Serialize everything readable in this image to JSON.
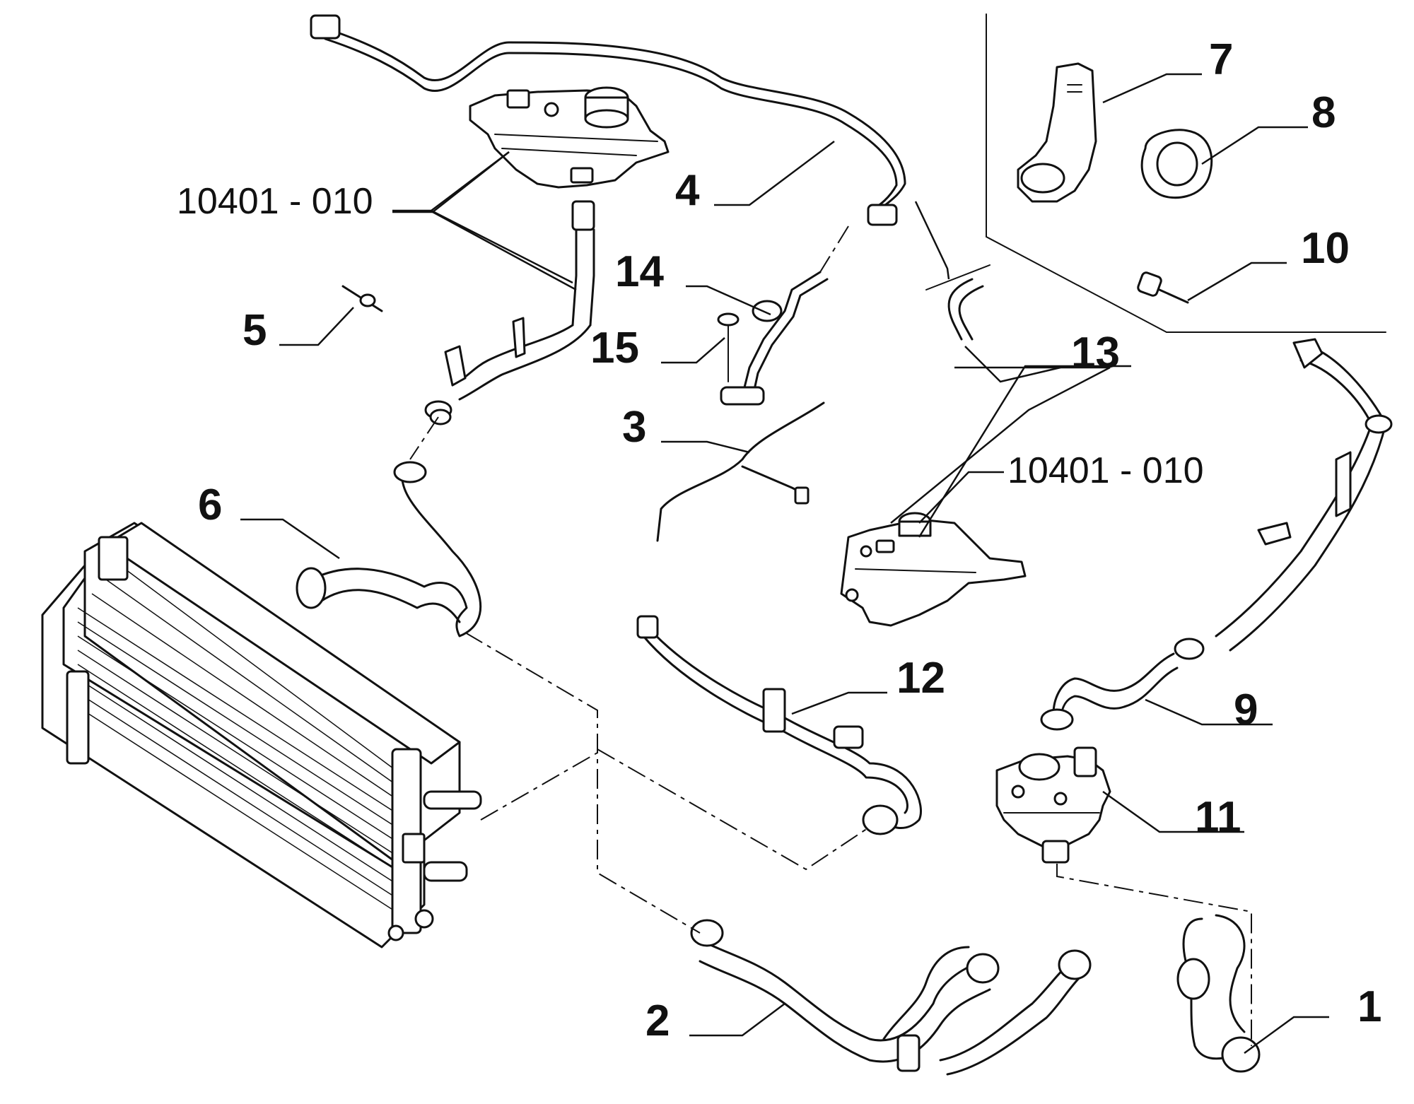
{
  "diagram": {
    "callouts": [
      {
        "id": "c1",
        "label": "1"
      },
      {
        "id": "c2",
        "label": "2"
      },
      {
        "id": "c3",
        "label": "3"
      },
      {
        "id": "c4",
        "label": "4"
      },
      {
        "id": "c5",
        "label": "5"
      },
      {
        "id": "c6",
        "label": "6"
      },
      {
        "id": "c7",
        "label": "7"
      },
      {
        "id": "c8",
        "label": "8"
      },
      {
        "id": "c9",
        "label": "9"
      },
      {
        "id": "c10",
        "label": "10"
      },
      {
        "id": "c11",
        "label": "11"
      },
      {
        "id": "c12",
        "label": "12"
      },
      {
        "id": "c13",
        "label": "13"
      },
      {
        "id": "c14",
        "label": "14"
      },
      {
        "id": "c15",
        "label": "15"
      },
      {
        "id": "ref_top",
        "label": "10401 - 010"
      },
      {
        "id": "ref_mid",
        "label": "10401 - 010"
      }
    ]
  }
}
